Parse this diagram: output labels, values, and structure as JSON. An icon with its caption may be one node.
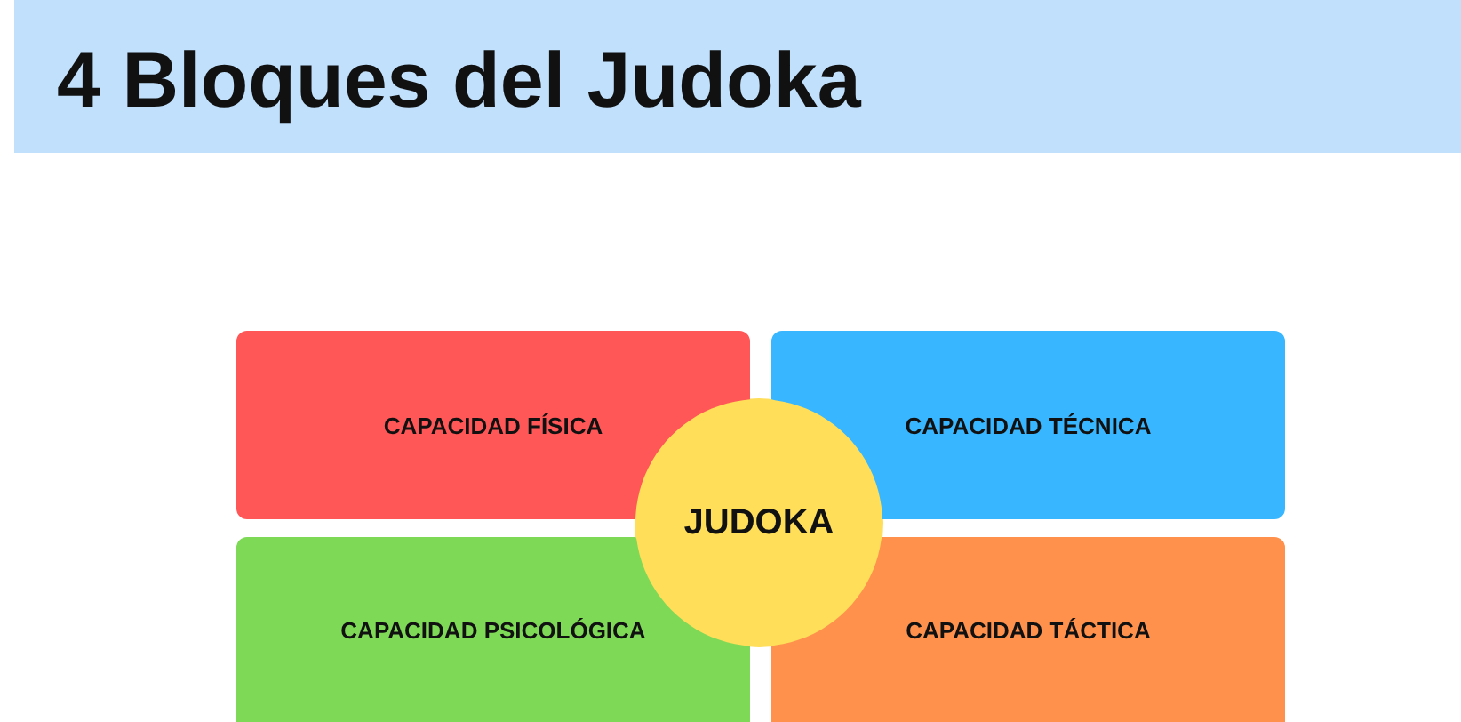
{
  "diagram": {
    "title": "4 Bloques del Judoka",
    "nodes": [
      {
        "text": [
          "CAPACIDAD FÍSICA"
        ]
      },
      {
        "text": [
          "CAPACIDAD TÉCNICA"
        ]
      },
      {
        "text": [
          "CAPACIDAD PSICOLÓGICA"
        ]
      },
      {
        "text": [
          "CAPACIDAD TÁCTICA"
        ]
      },
      {
        "text": [
          "JUDOKA"
        ]
      }
    ]
  }
}
